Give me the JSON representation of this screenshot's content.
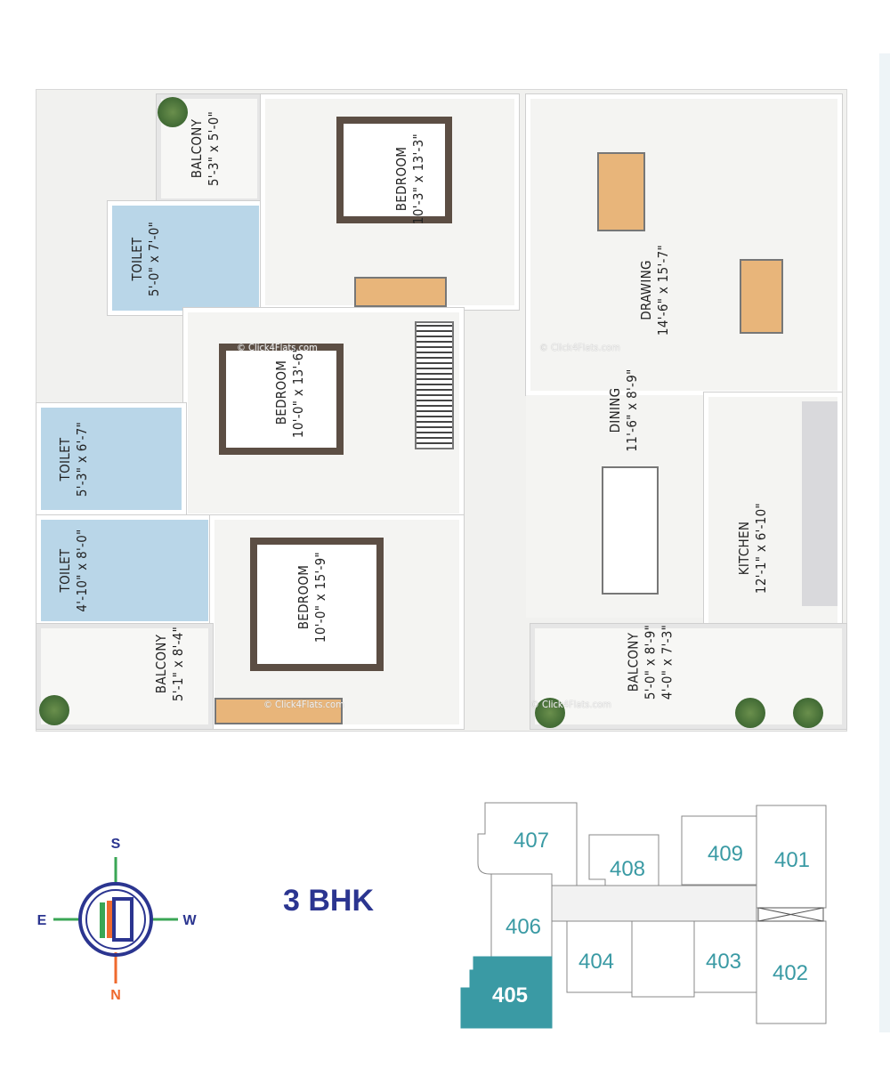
{
  "rooms": [
    {
      "name": "BALCONY",
      "dims": "5'-3\" x 5'-0\""
    },
    {
      "name": "TOILET",
      "dims": "5'-0\" x 7'-0\""
    },
    {
      "name": "BEDROOM",
      "dims": "10'-3\" x 13'-3\""
    },
    {
      "name": "BEDROOM",
      "dims": "10'-0\" x 13'-6\""
    },
    {
      "name": "TOILET",
      "dims": "5'-3\" x 6'-7\""
    },
    {
      "name": "TOILET",
      "dims": "4'-10\" x 8'-0\""
    },
    {
      "name": "BEDROOM",
      "dims": "10'-0\" x 15'-9\""
    },
    {
      "name": "BALCONY",
      "dims": "5'-1\" x 8'-4\""
    },
    {
      "name": "DRAWING",
      "dims": "14'-6\" x 15'-7\""
    },
    {
      "name": "DINING",
      "dims": "11'-6\" x 8'-9\""
    },
    {
      "name": "KITCHEN",
      "dims": "12'-1\" x 6'-10\""
    },
    {
      "name": "BALCONY",
      "dims": "5'-0\" x 8'-9\"",
      "dims2": "4'-0\" x 7'-3\""
    }
  ],
  "watermark": "© Click4Flats.com",
  "compass": {
    "top": "S",
    "bottom": "N",
    "left": "E",
    "right": "W",
    "colors": {
      "blue": "#2b3590",
      "green": "#3aa655",
      "orange": "#ef6a2e"
    }
  },
  "unit_type": "3 BHK",
  "key_plan": {
    "units": [
      "407",
      "408",
      "409",
      "401",
      "406",
      "404",
      "403",
      "402",
      "405"
    ],
    "highlighted": "405",
    "highlight_color": "#3a9aa4"
  }
}
